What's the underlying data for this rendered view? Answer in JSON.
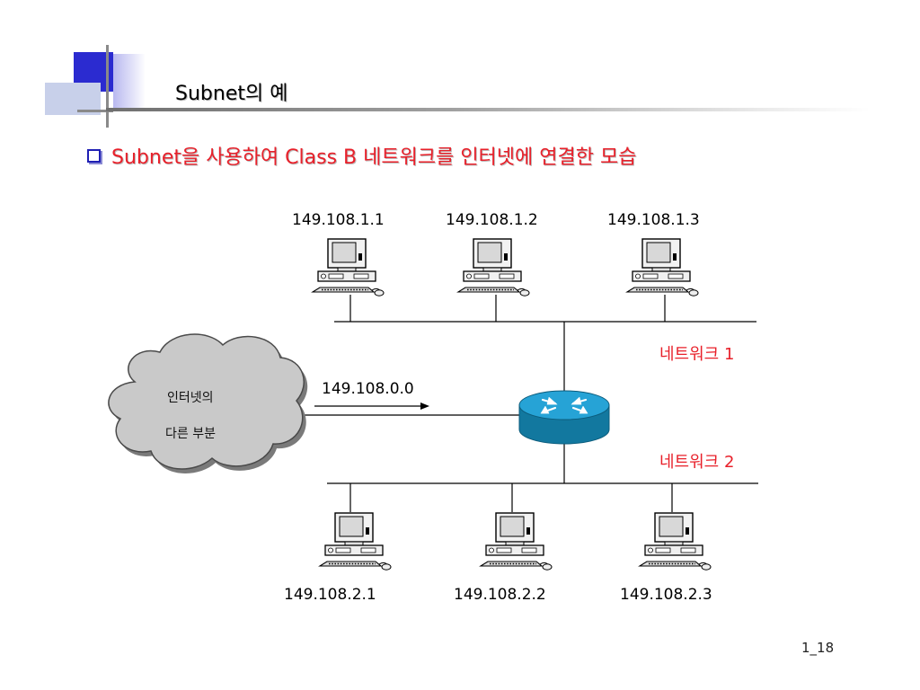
{
  "slide": {
    "title": "Subnet의 예",
    "bullet": "Subnet을 사용하여 Class B 네트워크를 인터넷에 연결한 모습",
    "page_number": "1_18"
  },
  "network1": {
    "label": "네트워크 1",
    "hosts": [
      "149.108.1.1",
      "149.108.1.2",
      "149.108.1.3"
    ]
  },
  "network2": {
    "label": "네트워크 2",
    "hosts": [
      "149.108.2.1",
      "149.108.2.2",
      "149.108.2.3"
    ]
  },
  "internet": {
    "line1": "인터넷의",
    "line2": "다른 부분",
    "address": "149.108.0.0"
  },
  "colors": {
    "accent_red": "#e8202a",
    "router_blue": "#1a93c6",
    "deco_blue": "#2b2bd0",
    "cloud_gray": "#c9c9c9"
  }
}
